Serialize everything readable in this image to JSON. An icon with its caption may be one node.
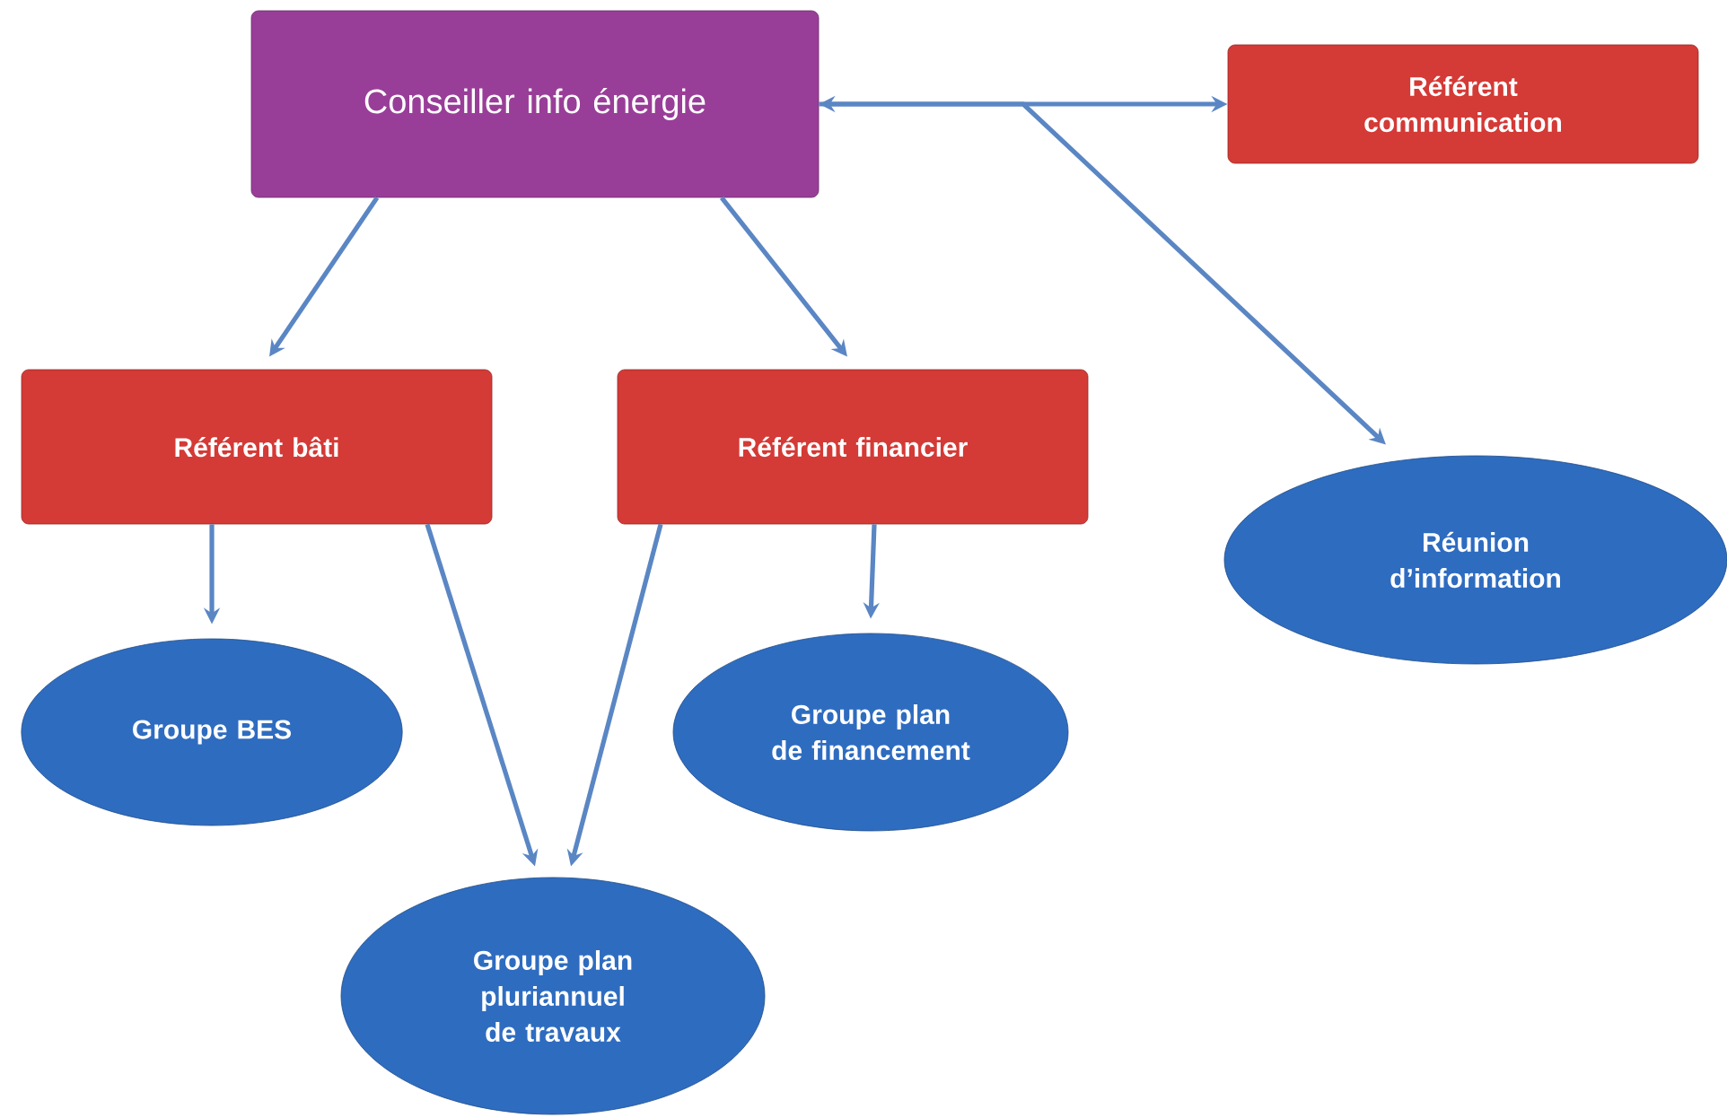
{
  "diagram": {
    "nodes": [
      {
        "text": [
          "Conseiller info énergie"
        ]
      },
      {
        "text": [
          "Référent communication"
        ]
      },
      {
        "text": [
          "Référent bâti"
        ]
      },
      {
        "text": [
          "Référent financier"
        ]
      },
      {
        "text": [
          "Réunion d’information"
        ]
      },
      {
        "text": [
          "Groupe BES"
        ]
      },
      {
        "text": [
          "Groupe plan de financement"
        ]
      },
      {
        "text": [
          "Groupe plan pluriannuel de travaux"
        ]
      }
    ],
    "edges": [
      {
        "from": 0,
        "to": 1,
        "arrow": "both"
      },
      {
        "from": 0,
        "to": 4,
        "arrow": "to"
      },
      {
        "from": 0,
        "to": 2,
        "arrow": "to"
      },
      {
        "from": 0,
        "to": 3,
        "arrow": "to"
      },
      {
        "from": 2,
        "to": 5,
        "arrow": "to"
      },
      {
        "from": 2,
        "to": 7,
        "arrow": "to"
      },
      {
        "from": 3,
        "to": 7,
        "arrow": "to"
      },
      {
        "from": 3,
        "to": 6,
        "arrow": "to"
      }
    ]
  }
}
